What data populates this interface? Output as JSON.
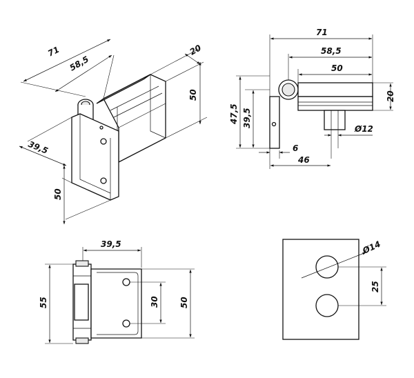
{
  "views": {
    "isometric": {
      "dim_71": "71",
      "dim_58_5": "58,5",
      "dim_20": "20",
      "dim_50_right": "50",
      "dim_39_5": "39,5",
      "dim_50_left": "50"
    },
    "side": {
      "dim_71": "71",
      "dim_58_5": "58,5",
      "dim_50": "50",
      "dim_47_5": "47,5",
      "dim_39_5": "39,5",
      "dim_20": "20",
      "dim_dia12": "Ø12",
      "dim_6": "6",
      "dim_46": "46"
    },
    "front": {
      "dim_39_5": "39,5",
      "dim_55": "55",
      "dim_30": "30",
      "dim_50": "50"
    },
    "plate": {
      "dim_dia14": "Ø14",
      "dim_25": "25"
    }
  }
}
